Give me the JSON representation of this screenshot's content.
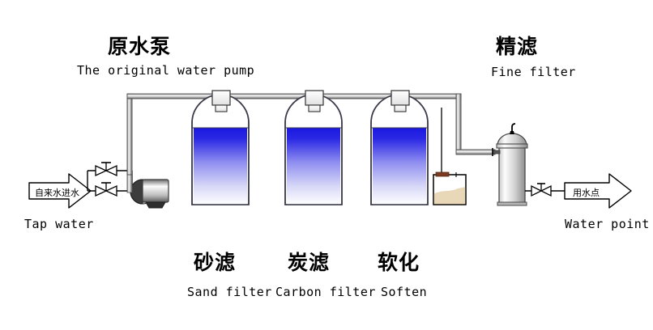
{
  "diagram": {
    "title_cn": "原水泵",
    "pump": {
      "label_cn": "原水泵",
      "label_en": "The original water pump"
    },
    "fine_filter": {
      "label_cn": "精滤",
      "label_en": "Fine filter"
    },
    "inlet": {
      "arrow_text": "自来水进水",
      "label_en": "Tap water"
    },
    "outlet": {
      "arrow_text": "用水点",
      "label_en": "Water point"
    },
    "tanks": [
      {
        "label_cn": "砂滤",
        "label_en": "Sand filter"
      },
      {
        "label_cn": "炭滤",
        "label_en": "Carbon filter"
      },
      {
        "label_cn": "软化",
        "label_en": "Soften"
      }
    ],
    "colors": {
      "background": "#ffffff",
      "line": "#000000",
      "pipe_dark": "#555555",
      "pipe_light": "#d8d8d8",
      "tank_fill_top": "#1a18e0",
      "tank_fill_bottom": "#ffffff",
      "tank_outline": "#3a3a4a",
      "brine_fill": "#e8d8b8",
      "vessel_light": "#f2f2f2",
      "vessel_dark": "#8a8a8a"
    }
  }
}
